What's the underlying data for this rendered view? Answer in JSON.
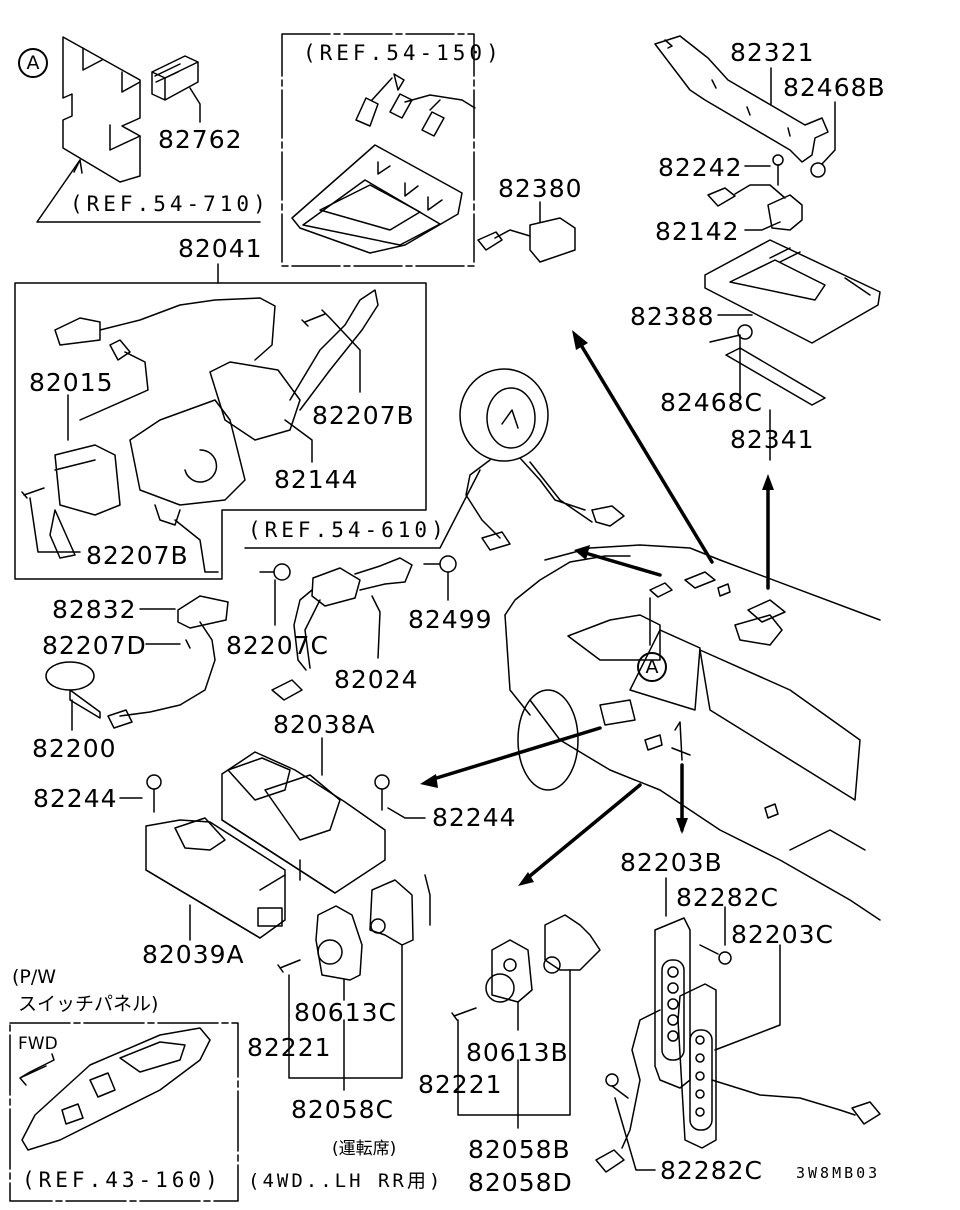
{
  "diagram": {
    "title_code": "3W8MB03",
    "callout_marker": "A",
    "references": {
      "ref_54_710": "(REF.54-710)",
      "ref_54_150": "(REF.54-150)",
      "ref_54_610": "(REF.54-610)",
      "ref_43_160": "(REF.43-160)"
    },
    "notes": {
      "pw_switch_panel_line1": "(P/W",
      "pw_switch_panel_line2": "スイッチパネル)",
      "fwd": "FWD",
      "driver_seat": "(運転席)",
      "lh_rr_4wd": "(4WD..LH RR用)"
    },
    "parts": {
      "p82762": "82762",
      "p82041": "82041",
      "p82015": "82015",
      "p82207B_top": "82207B",
      "p82144": "82144",
      "p82207B_bottom": "82207B",
      "p82380": "82380",
      "p82321": "82321",
      "p82468B": "82468B",
      "p82242": "82242",
      "p82142": "82142",
      "p82388": "82388",
      "p82468C": "82468C",
      "p82341": "82341",
      "p82832": "82832",
      "p82207D": "82207D",
      "p82207C": "82207C",
      "p82024": "82024",
      "p82499": "82499",
      "p82200": "82200",
      "p82038A": "82038A",
      "p82244_left": "82244",
      "p82244_right": "82244",
      "p82039A": "82039A",
      "p80613C": "80613C",
      "p82221_left": "82221",
      "p82058C": "82058C",
      "p80613B": "80613B",
      "p82221_right": "82221",
      "p82058B": "82058B",
      "p82058D": "82058D",
      "p82203B": "82203B",
      "p82282C_top": "82282C",
      "p82203C": "82203C",
      "p82282C_bottom": "82282C"
    }
  }
}
